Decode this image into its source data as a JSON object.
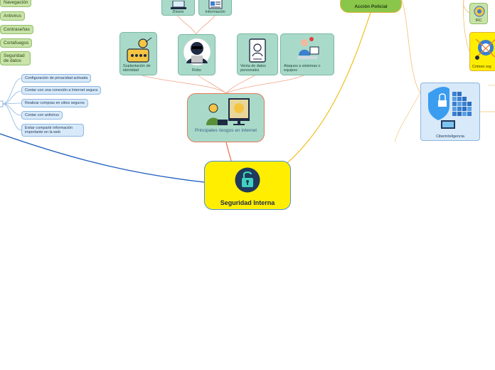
{
  "central": {
    "title": "Seguridad Interna"
  },
  "riesgos": {
    "title": "Principales riesgos en internet"
  },
  "policial": {
    "title": "Acción Policial"
  },
  "ciber": {
    "title": "Ciberinteligencia"
  },
  "irc": {
    "title": "IRC"
  },
  "crimen": {
    "title": "Crimen org"
  },
  "top_nodes": [
    "Dinero",
    "Información"
  ],
  "risk_nodes": [
    "Suplantación de identidad",
    "Robo",
    "Venta de datos personales",
    "Ataques a sistemas o equipos"
  ],
  "green_tags": [
    "Navegación",
    "Antivirus",
    "Contraseñas",
    "Cortafuegos",
    "Seguridad de datos"
  ],
  "blue_tips": [
    "Configuración de privacidad activada",
    "Contar con una conexión a Internet segura",
    "Realizar compras en sitios seguros",
    "Contar con antivirus",
    "Evitar compartir información importante en la web"
  ],
  "colors": {
    "central": "#ffee00",
    "teal": "#a9dac9",
    "green": "#89c64a",
    "light_blue": "#d8e9f9",
    "link_blue": "#1f5fbf",
    "link_orange": "#e2795a",
    "link_yellow": "#f0c020"
  }
}
